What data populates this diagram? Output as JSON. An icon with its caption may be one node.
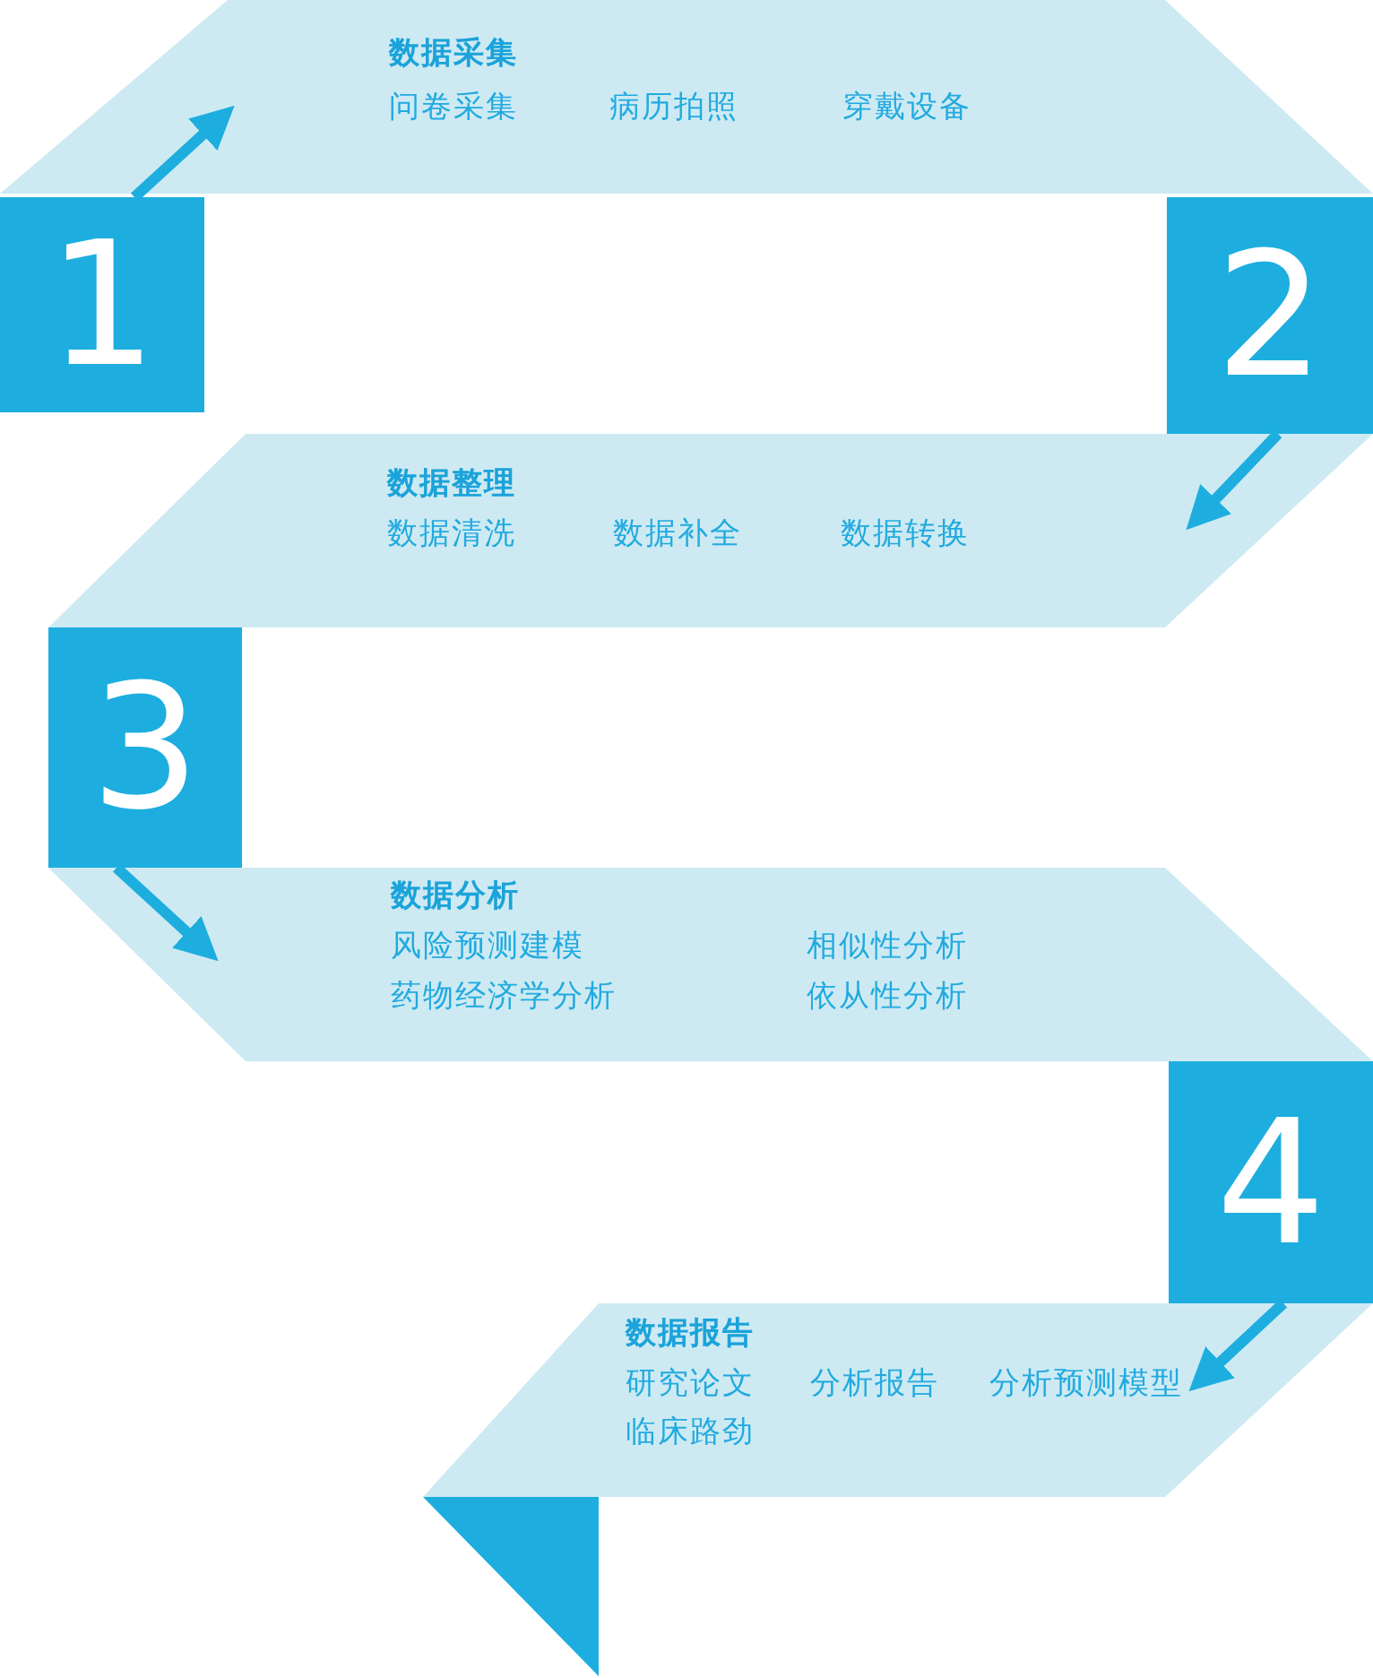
{
  "diagram": {
    "nodes": [
      {
        "text": [
          "数据采集",
          "问卷采集",
          "病历拍照",
          "穿戴设备"
        ]
      },
      {
        "text": [
          "1"
        ]
      },
      {
        "text": [
          "2"
        ]
      },
      {
        "text": [
          "数据整理",
          "数据清洗",
          "数据补全",
          "数据转换"
        ]
      },
      {
        "text": [
          "3"
        ]
      },
      {
        "text": [
          "数据分析",
          "风险预测建模",
          "相似性分析",
          "药物经济学分析",
          "依从性分析"
        ]
      },
      {
        "text": [
          "4"
        ]
      },
      {
        "text": [
          "数据报告",
          "研究论文",
          "分析报告",
          "分析预测模型",
          "临床路劲"
        ]
      },
      {
        "text": [],
        "shape": "triangle"
      }
    ],
    "edges": [
      {
        "from": 1,
        "to": 0,
        "arrow": "to"
      },
      {
        "from": 2,
        "to": 3,
        "arrow": "to"
      },
      {
        "from": 4,
        "to": 5,
        "arrow": "to"
      },
      {
        "from": 6,
        "to": 7,
        "arrow": "to"
      }
    ]
  }
}
